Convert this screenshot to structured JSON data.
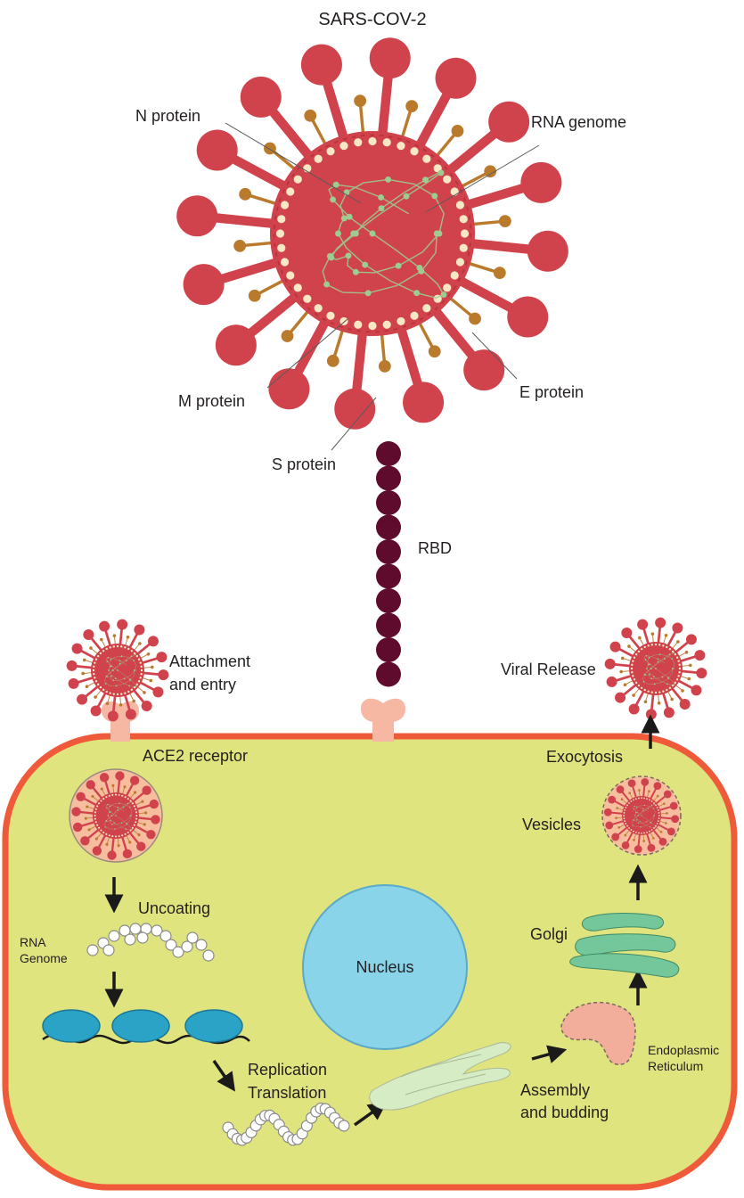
{
  "title": "SARS-COV-2",
  "virus_labels": {
    "n_protein": "N protein",
    "rna_genome": "RNA genome",
    "m_protein": "M protein",
    "e_protein": "E protein",
    "s_protein": "S protein",
    "rbd": "RBD"
  },
  "cycle_labels": {
    "attachment_line1": "Attachment",
    "attachment_line2": "and entry",
    "ace2_receptor": "ACE2 receptor",
    "uncoating": "Uncoating",
    "rna_genome_line1": "RNA",
    "rna_genome_line2": "Genome",
    "replication": "Replication",
    "translation": "Translation",
    "nucleus": "Nucleus",
    "assembly_line1": "Assembly",
    "assembly_line2": "and budding",
    "er_line1": "Endoplasmic",
    "er_line2": "Reticulum",
    "golgi": "Golgi",
    "vesicles": "Vesicles",
    "exocytosis": "Exocytosis",
    "viral_release": "Viral Release"
  },
  "colors": {
    "virus_red": "#d1434c",
    "virus_dark": "#b8323b",
    "e_protein_brown": "#b97a2c",
    "tip_cream": "#f7e7c4",
    "rna_green": "#9ccc8f",
    "rbd_maroon": "#5e0b2e",
    "receptor_pink": "#f6b7a3",
    "cell_fill": "#e0e47e",
    "membrane": "#ef5b3a",
    "nucleus_fill": "#89d4e8",
    "nucleus_stroke": "#5aa9c9",
    "ribosome": "#2aa3c6",
    "er_fill": "#f3ad9b",
    "golgi_fill": "#74c79b",
    "vesicle_fill": "#f6bd9e"
  }
}
